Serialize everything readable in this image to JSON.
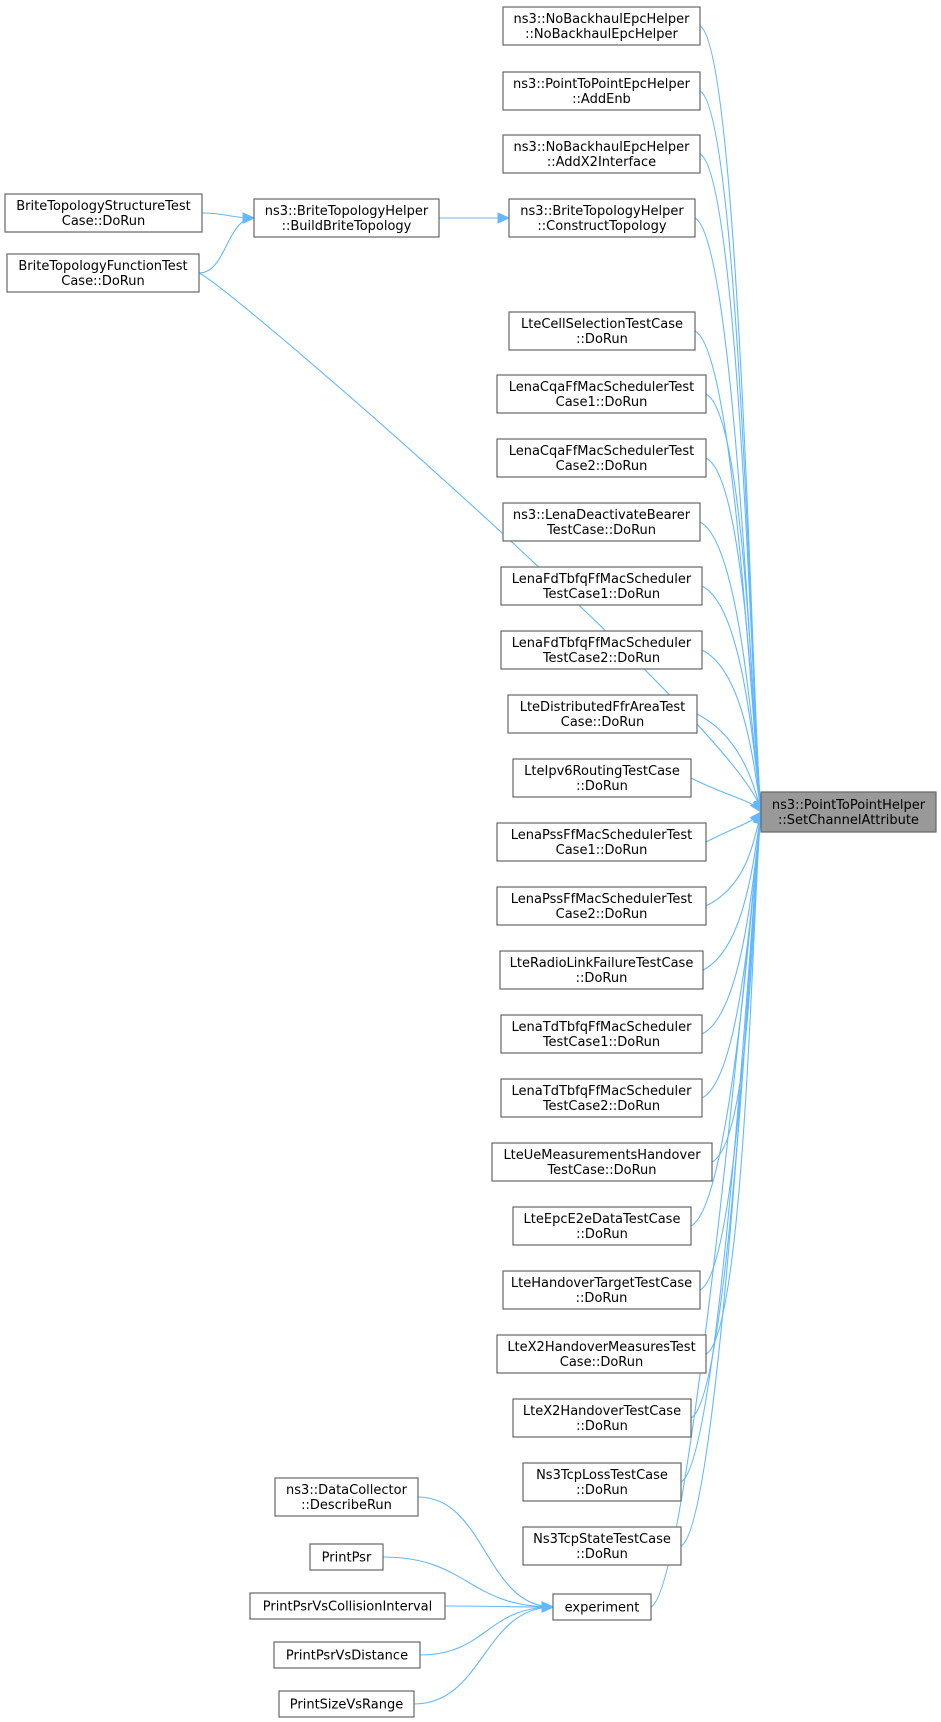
{
  "target": {
    "id": "target",
    "lines": [
      "ns3::PointToPointHelper",
      "::SetChannelAttribute"
    ]
  },
  "nodes": [
    {
      "id": "nobh_ctor",
      "lines": [
        "ns3::NoBackhaulEpcHelper",
        "::NoBackhaulEpcHelper"
      ]
    },
    {
      "id": "p2p_addenb",
      "lines": [
        "ns3::PointToPointEpcHelper",
        "::AddEnb"
      ]
    },
    {
      "id": "nobh_addx2",
      "lines": [
        "ns3::NoBackhaulEpcHelper",
        "::AddX2Interface"
      ]
    },
    {
      "id": "brite_construct",
      "lines": [
        "ns3::BriteTopologyHelper",
        "::ConstructTopology"
      ]
    },
    {
      "id": "brite_build",
      "lines": [
        "ns3::BriteTopologyHelper",
        "::BuildBriteTopology"
      ]
    },
    {
      "id": "brite_struct",
      "lines": [
        "BriteTopologyStructureTest",
        "Case::DoRun"
      ]
    },
    {
      "id": "brite_func",
      "lines": [
        "BriteTopologyFunctionTest",
        "Case::DoRun"
      ]
    },
    {
      "id": "lte_cellsel",
      "lines": [
        "LteCellSelectionTestCase",
        "::DoRun"
      ]
    },
    {
      "id": "cqa1",
      "lines": [
        "LenaCqaFfMacSchedulerTest",
        "Case1::DoRun"
      ]
    },
    {
      "id": "cqa2",
      "lines": [
        "LenaCqaFfMacSchedulerTest",
        "Case2::DoRun"
      ]
    },
    {
      "id": "deact",
      "lines": [
        "ns3::LenaDeactivateBearer",
        "TestCase::DoRun"
      ]
    },
    {
      "id": "fdtbfq1",
      "lines": [
        "LenaFdTbfqFfMacScheduler",
        "TestCase1::DoRun"
      ]
    },
    {
      "id": "fdtbfq2",
      "lines": [
        "LenaFdTbfqFfMacScheduler",
        "TestCase2::DoRun"
      ]
    },
    {
      "id": "distffr",
      "lines": [
        "LteDistributedFfrAreaTest",
        "Case::DoRun"
      ]
    },
    {
      "id": "ipv6",
      "lines": [
        "LteIpv6RoutingTestCase",
        "::DoRun"
      ]
    },
    {
      "id": "pss1",
      "lines": [
        "LenaPssFfMacSchedulerTest",
        "Case1::DoRun"
      ]
    },
    {
      "id": "pss2",
      "lines": [
        "LenaPssFfMacSchedulerTest",
        "Case2::DoRun"
      ]
    },
    {
      "id": "rlf",
      "lines": [
        "LteRadioLinkFailureTestCase",
        "::DoRun"
      ]
    },
    {
      "id": "tdtbfq1",
      "lines": [
        "LenaTdTbfqFfMacScheduler",
        "TestCase1::DoRun"
      ]
    },
    {
      "id": "tdtbfq2",
      "lines": [
        "LenaTdTbfqFfMacScheduler",
        "TestCase2::DoRun"
      ]
    },
    {
      "id": "uemeas",
      "lines": [
        "LteUeMeasurementsHandover",
        "TestCase::DoRun"
      ]
    },
    {
      "id": "epce2e",
      "lines": [
        "LteEpcE2eDataTestCase",
        "::DoRun"
      ]
    },
    {
      "id": "hotarget",
      "lines": [
        "LteHandoverTargetTestCase",
        "::DoRun"
      ]
    },
    {
      "id": "x2meas",
      "lines": [
        "LteX2HandoverMeasuresTest",
        "Case::DoRun"
      ]
    },
    {
      "id": "x2ho",
      "lines": [
        "LteX2HandoverTestCase",
        "::DoRun"
      ]
    },
    {
      "id": "tcploss",
      "lines": [
        "Ns3TcpLossTestCase",
        "::DoRun"
      ]
    },
    {
      "id": "tcpstate",
      "lines": [
        "Ns3TcpStateTestCase",
        "::DoRun"
      ]
    },
    {
      "id": "experiment",
      "lines": [
        "experiment"
      ]
    },
    {
      "id": "dc_describe",
      "lines": [
        "ns3::DataCollector",
        "::DescribeRun"
      ]
    },
    {
      "id": "printpsr",
      "lines": [
        "PrintPsr"
      ]
    },
    {
      "id": "printpsr_ci",
      "lines": [
        "PrintPsrVsCollisionInterval"
      ]
    },
    {
      "id": "printpsr_dist",
      "lines": [
        "PrintPsrVsDistance"
      ]
    },
    {
      "id": "printsize",
      "lines": [
        "PrintSizeVsRange"
      ]
    }
  ],
  "edges": [
    [
      "nobh_ctor",
      "target"
    ],
    [
      "p2p_addenb",
      "target"
    ],
    [
      "nobh_addx2",
      "target"
    ],
    [
      "brite_construct",
      "target"
    ],
    [
      "brite_build",
      "brite_construct"
    ],
    [
      "brite_struct",
      "brite_build"
    ],
    [
      "brite_func",
      "brite_build"
    ],
    [
      "brite_func",
      "target"
    ],
    [
      "lte_cellsel",
      "target"
    ],
    [
      "cqa1",
      "target"
    ],
    [
      "cqa2",
      "target"
    ],
    [
      "deact",
      "target"
    ],
    [
      "fdtbfq1",
      "target"
    ],
    [
      "fdtbfq2",
      "target"
    ],
    [
      "distffr",
      "target"
    ],
    [
      "ipv6",
      "target"
    ],
    [
      "pss1",
      "target"
    ],
    [
      "pss2",
      "target"
    ],
    [
      "rlf",
      "target"
    ],
    [
      "tdtbfq1",
      "target"
    ],
    [
      "tdtbfq2",
      "target"
    ],
    [
      "uemeas",
      "target"
    ],
    [
      "epce2e",
      "target"
    ],
    [
      "hotarget",
      "target"
    ],
    [
      "x2meas",
      "target"
    ],
    [
      "x2ho",
      "target"
    ],
    [
      "tcploss",
      "target"
    ],
    [
      "tcpstate",
      "target"
    ],
    [
      "experiment",
      "target"
    ],
    [
      "dc_describe",
      "experiment"
    ],
    [
      "printpsr",
      "experiment"
    ],
    [
      "printpsr_ci",
      "experiment"
    ],
    [
      "printpsr_dist",
      "experiment"
    ],
    [
      "printsize",
      "experiment"
    ]
  ],
  "colors": {
    "edge": "#63b8ff",
    "node_border": "#666666",
    "target_fill": "#999999"
  }
}
